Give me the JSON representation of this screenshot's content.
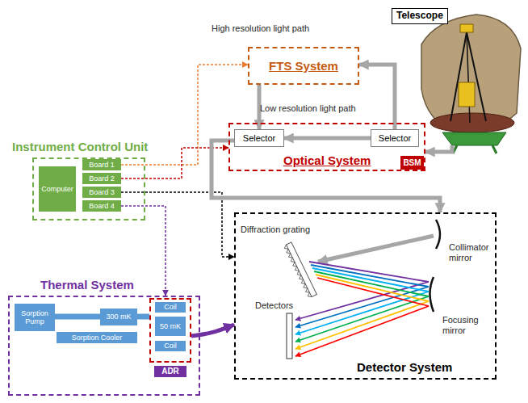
{
  "diagram": {
    "nodes": [
      {
        "text": [
          "Instrument Control Unit"
        ]
      },
      {
        "text": [
          "Computer"
        ],
        "in": 0
      },
      {
        "text": [
          "Board 1"
        ],
        "in": 0
      },
      {
        "text": [
          "Board 2"
        ],
        "in": 0
      },
      {
        "text": [
          "Board 3"
        ],
        "in": 0
      },
      {
        "text": [
          "Board 4"
        ],
        "in": 0
      },
      {
        "text": [
          "FTS System"
        ]
      },
      {
        "text": [
          "Optical System"
        ]
      },
      {
        "text": [
          "Selector"
        ],
        "in": 7
      },
      {
        "text": [
          "Selector"
        ],
        "in": 7
      },
      {
        "text": [
          "BSM"
        ],
        "in": 7
      },
      {
        "text": [
          "Telescope"
        ]
      },
      {
        "text": [
          "Detector System"
        ]
      },
      {
        "text": [
          "Thermal System"
        ]
      },
      {
        "text": [
          "Sorption Pump"
        ],
        "in": 13
      },
      {
        "text": [
          "300 mK"
        ],
        "in": 13
      },
      {
        "text": [
          "Sorption Cooler"
        ],
        "in": 13
      },
      {
        "text": [
          "ADR"
        ],
        "in": 13
      },
      {
        "text": [
          "Coil"
        ],
        "in": 17
      },
      {
        "text": [
          "50 mK"
        ],
        "in": 17
      },
      {
        "text": [
          "Coil"
        ],
        "in": 17
      }
    ],
    "edges": [
      {
        "from": 2,
        "to": 6,
        "arrow": "to"
      },
      {
        "from": 3,
        "to": 7,
        "arrow": "to"
      },
      {
        "from": 4,
        "to": 12,
        "arrow": "to"
      },
      {
        "from": 5,
        "to": 13,
        "arrow": "to"
      },
      {
        "from": 11,
        "to": 7,
        "arrow": "to"
      },
      {
        "from": 9,
        "to": 6,
        "arrow": "to"
      },
      {
        "from": 6,
        "to": 8,
        "arrow": "to"
      },
      {
        "from": 9,
        "to": 8,
        "arrow": "to"
      },
      {
        "from": 8,
        "to": 12,
        "arrow": "to"
      },
      {
        "from": 17,
        "to": 12,
        "arrow": "to"
      },
      {
        "from": 14,
        "to": 15,
        "arrow": "none"
      },
      {
        "from": 15,
        "to": 17,
        "arrow": "none"
      }
    ],
    "labels": [
      "High resolution light path",
      "Low resolution light path",
      "Collimator mirror",
      "Diffraction grating",
      "Focusing mirror",
      "Detectors"
    ]
  }
}
